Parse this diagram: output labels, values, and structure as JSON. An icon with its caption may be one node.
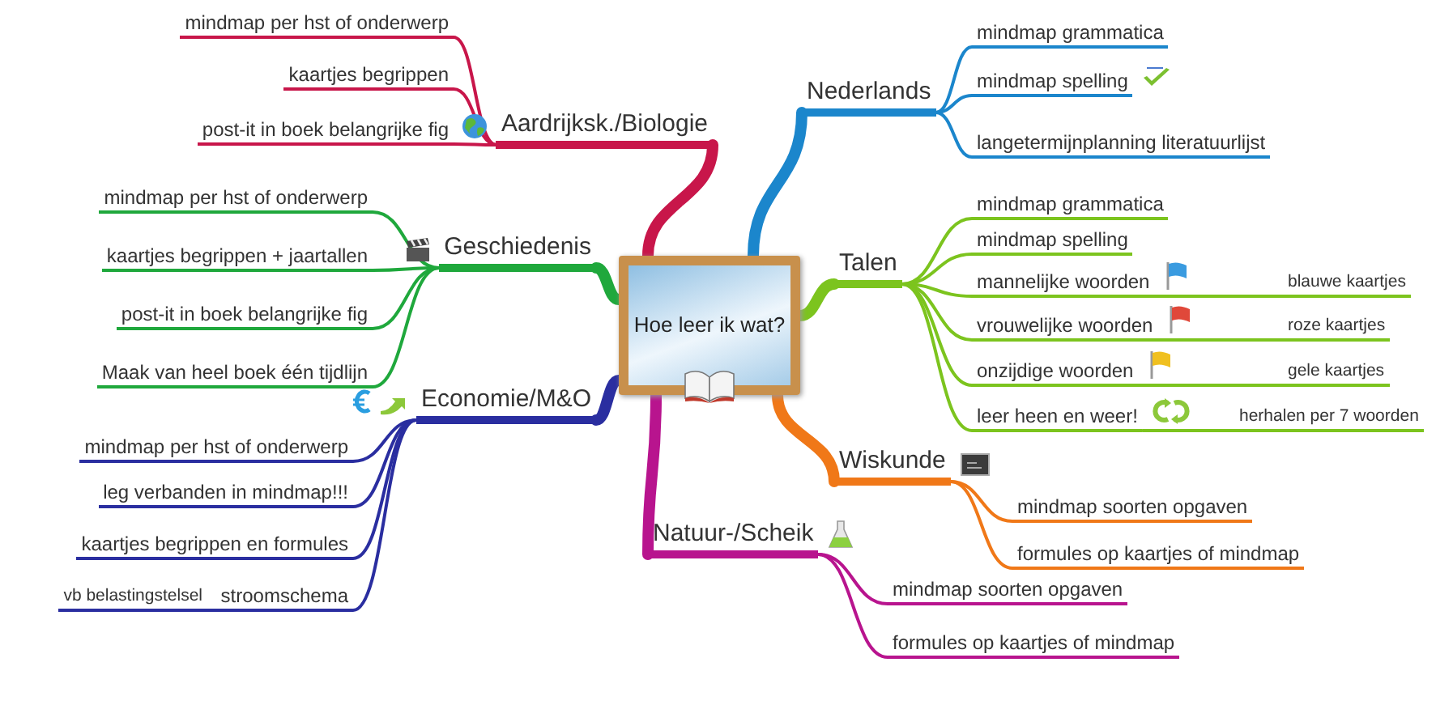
{
  "diagram": {
    "nodes": [
      {
        "text": [
          "Hoe leer ik wat?"
        ]
      },
      {
        "text": [
          "Aardrijksk./Biologie"
        ]
      },
      {
        "text": [
          "mindmap per hst of onderwerp"
        ]
      },
      {
        "text": [
          "kaartjes begrippen"
        ]
      },
      {
        "text": [
          "post-it in boek belangrijke fig"
        ]
      },
      {
        "text": [
          "Geschiedenis"
        ]
      },
      {
        "text": [
          "mindmap per hst of onderwerp"
        ]
      },
      {
        "text": [
          "kaartjes begrippen + jaartallen"
        ]
      },
      {
        "text": [
          "post-it in boek belangrijke fig"
        ]
      },
      {
        "text": [
          "Maak van heel boek één tijdlijn"
        ]
      },
      {
        "text": [
          "Economie/M&O"
        ]
      },
      {
        "text": [
          "mindmap per hst of onderwerp"
        ]
      },
      {
        "text": [
          "leg verbanden in mindmap!!!"
        ]
      },
      {
        "text": [
          "kaartjes begrippen en formules"
        ]
      },
      {
        "text": [
          "stroomschema"
        ]
      },
      {
        "text": [
          "vb belastingstelsel"
        ]
      },
      {
        "text": [
          "Natuur-/Scheik"
        ]
      },
      {
        "text": [
          "mindmap soorten opgaven"
        ]
      },
      {
        "text": [
          "formules op kaartjes of mindmap"
        ]
      },
      {
        "text": [
          "Nederlands"
        ]
      },
      {
        "text": [
          "mindmap grammatica"
        ]
      },
      {
        "text": [
          "mindmap spelling"
        ]
      },
      {
        "text": [
          "langetermijnplanning literatuurlijst"
        ]
      },
      {
        "text": [
          "Talen"
        ]
      },
      {
        "text": [
          "mindmap grammatica"
        ]
      },
      {
        "text": [
          "mindmap spelling"
        ]
      },
      {
        "text": [
          "mannelijke woorden"
        ]
      },
      {
        "text": [
          "blauwe kaartjes"
        ]
      },
      {
        "text": [
          "vrouwelijke woorden"
        ]
      },
      {
        "text": [
          "roze kaartjes"
        ]
      },
      {
        "text": [
          "onzijdige woorden"
        ]
      },
      {
        "text": [
          "gele kaartjes"
        ]
      },
      {
        "text": [
          "leer heen en weer!"
        ]
      },
      {
        "text": [
          "herhalen per 7 woorden"
        ]
      },
      {
        "text": [
          "Wiskunde"
        ]
      },
      {
        "text": [
          "mindmap soorten opgaven"
        ]
      },
      {
        "text": [
          "formules op kaartjes of mindmap"
        ]
      }
    ],
    "edges": [
      {
        "from": 0,
        "to": 1,
        "arrow": "none",
        "style": "thick",
        "color": "#c8164a"
      },
      {
        "from": 1,
        "to": 2,
        "arrow": "none",
        "color": "#c8164a"
      },
      {
        "from": 1,
        "to": 3,
        "arrow": "none",
        "color": "#c8164a"
      },
      {
        "from": 1,
        "to": 4,
        "arrow": "none",
        "color": "#c8164a"
      },
      {
        "from": 0,
        "to": 5,
        "arrow": "none",
        "style": "thick",
        "color": "#1fa83c"
      },
      {
        "from": 5,
        "to": 6,
        "arrow": "none",
        "color": "#1fa83c"
      },
      {
        "from": 5,
        "to": 7,
        "arrow": "none",
        "color": "#1fa83c"
      },
      {
        "from": 5,
        "to": 8,
        "arrow": "none",
        "color": "#1fa83c"
      },
      {
        "from": 5,
        "to": 9,
        "arrow": "none",
        "color": "#1fa83c"
      },
      {
        "from": 0,
        "to": 10,
        "arrow": "none",
        "style": "thick",
        "color": "#2a2ea0"
      },
      {
        "from": 10,
        "to": 11,
        "arrow": "none",
        "color": "#2a2ea0"
      },
      {
        "from": 10,
        "to": 12,
        "arrow": "none",
        "color": "#2a2ea0"
      },
      {
        "from": 10,
        "to": 13,
        "arrow": "none",
        "color": "#2a2ea0"
      },
      {
        "from": 10,
        "to": 14,
        "arrow": "none",
        "color": "#2a2ea0"
      },
      {
        "from": 14,
        "to": 15,
        "arrow": "none",
        "color": "#2a2ea0"
      },
      {
        "from": 0,
        "to": 16,
        "arrow": "none",
        "style": "thick",
        "color": "#b8148e"
      },
      {
        "from": 16,
        "to": 17,
        "arrow": "none",
        "color": "#b8148e"
      },
      {
        "from": 16,
        "to": 18,
        "arrow": "none",
        "color": "#b8148e"
      },
      {
        "from": 0,
        "to": 19,
        "arrow": "none",
        "style": "thick",
        "color": "#1b86cc"
      },
      {
        "from": 19,
        "to": 20,
        "arrow": "none",
        "color": "#1b86cc"
      },
      {
        "from": 19,
        "to": 21,
        "arrow": "none",
        "color": "#1b86cc"
      },
      {
        "from": 19,
        "to": 22,
        "arrow": "none",
        "color": "#1b86cc"
      },
      {
        "from": 0,
        "to": 23,
        "arrow": "none",
        "style": "thick",
        "color": "#7cc41e"
      },
      {
        "from": 23,
        "to": 24,
        "arrow": "none",
        "color": "#7cc41e"
      },
      {
        "from": 23,
        "to": 25,
        "arrow": "none",
        "color": "#7cc41e"
      },
      {
        "from": 23,
        "to": 26,
        "arrow": "none",
        "color": "#7cc41e"
      },
      {
        "from": 26,
        "to": 27,
        "arrow": "none",
        "color": "#7cc41e"
      },
      {
        "from": 23,
        "to": 28,
        "arrow": "none",
        "color": "#7cc41e"
      },
      {
        "from": 28,
        "to": 29,
        "arrow": "none",
        "color": "#7cc41e"
      },
      {
        "from": 23,
        "to": 30,
        "arrow": "none",
        "color": "#7cc41e"
      },
      {
        "from": 30,
        "to": 31,
        "arrow": "none",
        "color": "#7cc41e"
      },
      {
        "from": 23,
        "to": 32,
        "arrow": "none",
        "color": "#7cc41e"
      },
      {
        "from": 32,
        "to": 33,
        "arrow": "none",
        "color": "#7cc41e"
      },
      {
        "from": 0,
        "to": 34,
        "arrow": "none",
        "style": "thick",
        "color": "#f07818"
      },
      {
        "from": 34,
        "to": 35,
        "arrow": "none",
        "color": "#f07818"
      },
      {
        "from": 34,
        "to": 36,
        "arrow": "none",
        "color": "#f07818"
      }
    ]
  }
}
